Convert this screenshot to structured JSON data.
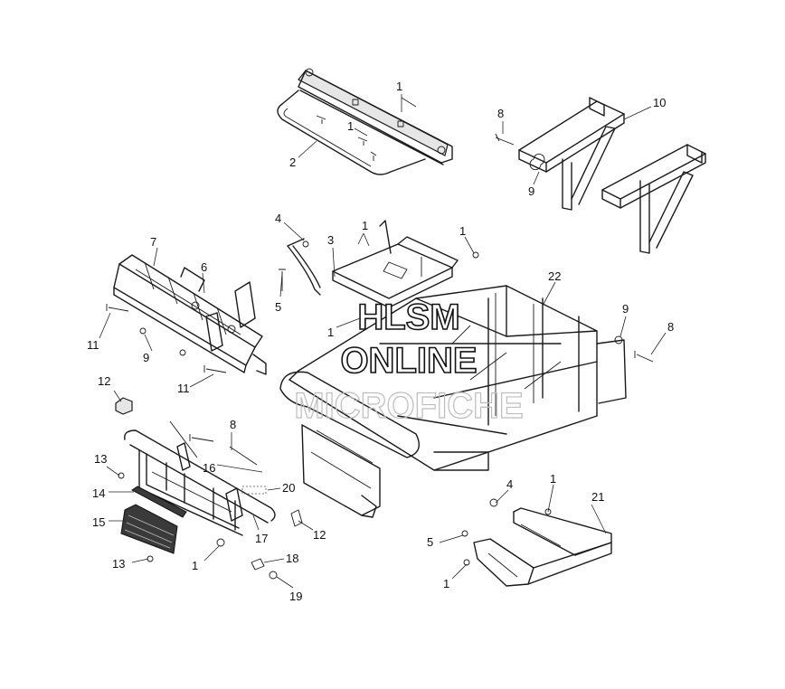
{
  "watermark": {
    "line1": "HLSM",
    "line2": "ONLINE",
    "line3": "MICROFICHE"
  },
  "callouts": [
    {
      "id": "c1a",
      "label": "1"
    },
    {
      "id": "c1b",
      "label": "1"
    },
    {
      "id": "c2",
      "label": "2"
    },
    {
      "id": "c8a",
      "label": "8"
    },
    {
      "id": "c9a",
      "label": "9"
    },
    {
      "id": "c10",
      "label": "10"
    },
    {
      "id": "c4a",
      "label": "4"
    },
    {
      "id": "c3",
      "label": "3"
    },
    {
      "id": "c1c",
      "label": "1"
    },
    {
      "id": "c1d",
      "label": "1"
    },
    {
      "id": "c7",
      "label": "7"
    },
    {
      "id": "c6",
      "label": "6"
    },
    {
      "id": "c5a",
      "label": "5"
    },
    {
      "id": "c22",
      "label": "22"
    },
    {
      "id": "c1e",
      "label": "1"
    },
    {
      "id": "c9b",
      "label": "9"
    },
    {
      "id": "c8b",
      "label": "8"
    },
    {
      "id": "c11a",
      "label": "11"
    },
    {
      "id": "c9c",
      "label": "9"
    },
    {
      "id": "c11b",
      "label": "11"
    },
    {
      "id": "c12a",
      "label": "12"
    },
    {
      "id": "c8c",
      "label": "8"
    },
    {
      "id": "c16",
      "label": "16"
    },
    {
      "id": "c13a",
      "label": "13"
    },
    {
      "id": "c14",
      "label": "14"
    },
    {
      "id": "c20",
      "label": "20"
    },
    {
      "id": "c15",
      "label": "15"
    },
    {
      "id": "c17",
      "label": "17"
    },
    {
      "id": "c12b",
      "label": "12"
    },
    {
      "id": "c4b",
      "label": "4"
    },
    {
      "id": "c1f",
      "label": "1"
    },
    {
      "id": "c21",
      "label": "21"
    },
    {
      "id": "c5b",
      "label": "5"
    },
    {
      "id": "c13b",
      "label": "13"
    },
    {
      "id": "c1g",
      "label": "1"
    },
    {
      "id": "c18",
      "label": "18"
    },
    {
      "id": "c1h",
      "label": "1"
    },
    {
      "id": "c19",
      "label": "19"
    }
  ]
}
